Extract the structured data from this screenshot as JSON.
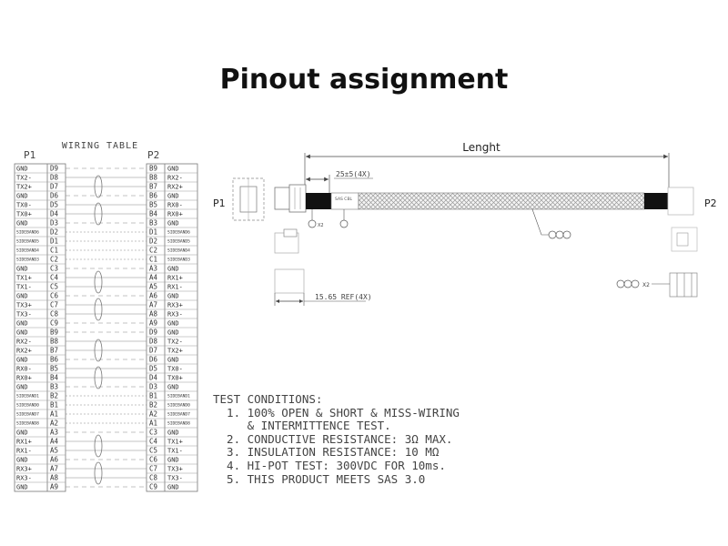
{
  "title": "Pinout assignment",
  "wiring_table": {
    "heading": "WIRING TABLE",
    "left_connector": "P1",
    "right_connector": "P2",
    "rows": [
      {
        "l_sig": "GND",
        "l_pin": "D9",
        "r_pin": "B9",
        "r_sig": "GND"
      },
      {
        "l_sig": "TX2-",
        "l_pin": "D8",
        "r_pin": "B8",
        "r_sig": "RX2-"
      },
      {
        "l_sig": "TX2+",
        "l_pin": "D7",
        "r_pin": "B7",
        "r_sig": "RX2+"
      },
      {
        "l_sig": "GND",
        "l_pin": "D6",
        "r_pin": "B6",
        "r_sig": "GND"
      },
      {
        "l_sig": "TX0-",
        "l_pin": "D5",
        "r_pin": "B5",
        "r_sig": "RX0-"
      },
      {
        "l_sig": "TX0+",
        "l_pin": "D4",
        "r_pin": "B4",
        "r_sig": "RX0+"
      },
      {
        "l_sig": "GND",
        "l_pin": "D3",
        "r_pin": "B3",
        "r_sig": "GND"
      },
      {
        "l_sig": "SIDEBAND6",
        "l_pin": "D2",
        "r_pin": "D1",
        "r_sig": "SIDEBAND6"
      },
      {
        "l_sig": "SIDEBAND5",
        "l_pin": "D1",
        "r_pin": "D2",
        "r_sig": "SIDEBAND5"
      },
      {
        "l_sig": "SIDEBAND4",
        "l_pin": "C1",
        "r_pin": "C2",
        "r_sig": "SIDEBAND4"
      },
      {
        "l_sig": "SIDEBAND3",
        "l_pin": "C2",
        "r_pin": "C1",
        "r_sig": "SIDEBAND3"
      },
      {
        "l_sig": "GND",
        "l_pin": "C3",
        "r_pin": "A3",
        "r_sig": "GND"
      },
      {
        "l_sig": "TX1+",
        "l_pin": "C4",
        "r_pin": "A4",
        "r_sig": "RX1+"
      },
      {
        "l_sig": "TX1-",
        "l_pin": "C5",
        "r_pin": "A5",
        "r_sig": "RX1-"
      },
      {
        "l_sig": "GND",
        "l_pin": "C6",
        "r_pin": "A6",
        "r_sig": "GND"
      },
      {
        "l_sig": "TX3+",
        "l_pin": "C7",
        "r_pin": "A7",
        "r_sig": "RX3+"
      },
      {
        "l_sig": "TX3-",
        "l_pin": "C8",
        "r_pin": "A8",
        "r_sig": "RX3-"
      },
      {
        "l_sig": "GND",
        "l_pin": "C9",
        "r_pin": "A9",
        "r_sig": "GND"
      },
      {
        "l_sig": "GND",
        "l_pin": "B9",
        "r_pin": "D9",
        "r_sig": "GND"
      },
      {
        "l_sig": "RX2-",
        "l_pin": "B8",
        "r_pin": "D8",
        "r_sig": "TX2-"
      },
      {
        "l_sig": "RX2+",
        "l_pin": "B7",
        "r_pin": "D7",
        "r_sig": "TX2+"
      },
      {
        "l_sig": "GND",
        "l_pin": "B6",
        "r_pin": "D6",
        "r_sig": "GND"
      },
      {
        "l_sig": "RX0-",
        "l_pin": "B5",
        "r_pin": "D5",
        "r_sig": "TX0-"
      },
      {
        "l_sig": "RX0+",
        "l_pin": "B4",
        "r_pin": "D4",
        "r_sig": "TX0+"
      },
      {
        "l_sig": "GND",
        "l_pin": "B3",
        "r_pin": "D3",
        "r_sig": "GND"
      },
      {
        "l_sig": "SIDEBAND1",
        "l_pin": "B2",
        "r_pin": "B1",
        "r_sig": "SIDEBAND1"
      },
      {
        "l_sig": "SIDEBAND0",
        "l_pin": "B1",
        "r_pin": "B2",
        "r_sig": "SIDEBAND0"
      },
      {
        "l_sig": "SIDEBAND7",
        "l_pin": "A1",
        "r_pin": "A2",
        "r_sig": "SIDEBAND7"
      },
      {
        "l_sig": "SIDEBAND8",
        "l_pin": "A2",
        "r_pin": "A1",
        "r_sig": "SIDEBAND8"
      },
      {
        "l_sig": "GND",
        "l_pin": "A3",
        "r_pin": "C3",
        "r_sig": "GND"
      },
      {
        "l_sig": "RX1+",
        "l_pin": "A4",
        "r_pin": "C4",
        "r_sig": "TX1+"
      },
      {
        "l_sig": "RX1-",
        "l_pin": "A5",
        "r_pin": "C5",
        "r_sig": "TX1-"
      },
      {
        "l_sig": "GND",
        "l_pin": "A6",
        "r_pin": "C6",
        "r_sig": "GND"
      },
      {
        "l_sig": "RX3+",
        "l_pin": "A7",
        "r_pin": "C7",
        "r_sig": "TX3+"
      },
      {
        "l_sig": "RX3-",
        "l_pin": "A8",
        "r_pin": "C8",
        "r_sig": "TX3-"
      },
      {
        "l_sig": "GND",
        "l_pin": "A9",
        "r_pin": "C9",
        "r_sig": "GND"
      }
    ]
  },
  "cable_drawing": {
    "length_label": "Lenght",
    "dim_25": "25±5(4X)",
    "dim_ref": "15.65 REF(4X)",
    "left_end": "P1",
    "right_end": "P2",
    "callout_x2_a": "X2",
    "callout_x2_b": "X2",
    "label_text": "SAS CBL"
  },
  "test_conditions": {
    "heading": "TEST CONDITIONS:",
    "lines": [
      "  1. 100% OPEN & SHORT & MISS-WIRING",
      "     & INTERMITTENCE TEST.",
      "  2. CONDUCTIVE RESISTANCE: 3Ω MAX.",
      "  3. INSULATION RESISTANCE: 10 MΩ",
      "  4. HI-POT TEST: 300VDC FOR 10ms.",
      "  5. THIS PRODUCT MEETS SAS 3.0"
    ]
  }
}
